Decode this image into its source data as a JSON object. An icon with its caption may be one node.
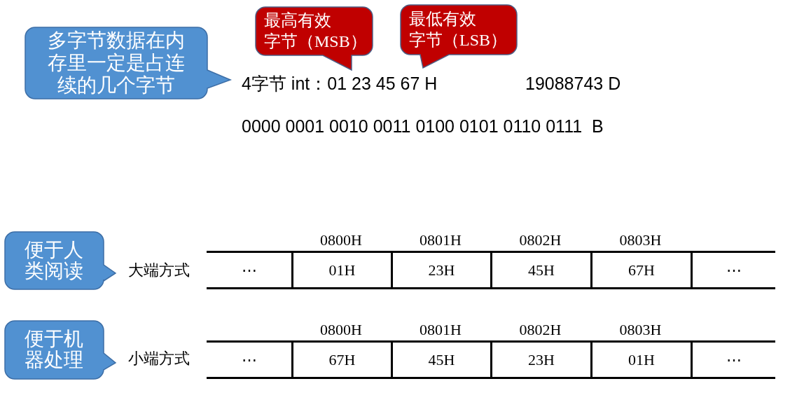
{
  "diagram": {
    "nodes": [
      {
        "text": [
          "多字节数据在内存里一定是占连续的几个字节"
        ]
      },
      {
        "text": [
          "最高有效字节（MSB）"
        ]
      },
      {
        "text": [
          "最低有效字节（LSB）"
        ]
      },
      {
        "text": [
          "便于人类阅读"
        ]
      },
      {
        "text": [
          "⋯"
        ]
      },
      {
        "text": [
          "01H"
        ],
        "beside": [
          "0800H"
        ]
      },
      {
        "text": [
          "23H"
        ],
        "beside": [
          "0801H"
        ]
      },
      {
        "text": [
          "45H"
        ],
        "beside": [
          "0802H"
        ]
      },
      {
        "text": [
          "67H"
        ],
        "beside": [
          "0803H"
        ]
      },
      {
        "text": [
          "⋯"
        ]
      },
      {
        "text": [
          "便于机器处理"
        ]
      },
      {
        "text": [
          "⋯"
        ]
      },
      {
        "text": [
          "67H"
        ],
        "beside": [
          "0800H"
        ]
      },
      {
        "text": [
          "45H"
        ],
        "beside": [
          "0801H"
        ]
      },
      {
        "text": [
          "23H"
        ],
        "beside": [
          "0802H"
        ]
      },
      {
        "text": [
          "01H"
        ],
        "beside": [
          "0803H"
        ]
      },
      {
        "text": [
          "⋯"
        ]
      }
    ],
    "labels": [
      "4字节 int：01 23 45 67 H",
      "19088743 D",
      "0000 0001 0010 0011 0100 0101 0110 0111  B",
      "大端方式",
      "小端方式"
    ]
  }
}
